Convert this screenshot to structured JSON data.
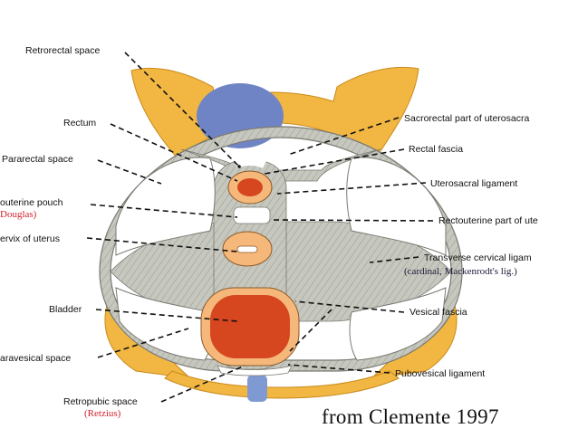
{
  "labels": {
    "retrorectal_space": "Retrorectal space",
    "rectum": "Rectum",
    "pararectal_space": "Pararectal space",
    "rectouterine_pouch": "outerine pouch",
    "douglas": "Douglas)",
    "cervix": "ervix of uterus",
    "bladder": "Bladder",
    "paravesical_space": "aravesical space",
    "retropubic_space": "Retropubic space",
    "retzius": "(Retzius)",
    "sacrorectal": "Sacrorectal part of uterosacra",
    "rectal_fascia": "Rectal fascia",
    "uterosacral": "Uterosacral ligament",
    "rectouterine_part": "Rectouterine part of ute",
    "transverse_cervical": "Transverse cervical ligam",
    "cardinal": "(cardinal, Mackenrodt's lig.)",
    "vesical_fascia": "Vesical fascia",
    "pubovesical": "Pubovesical ligament"
  },
  "credit": "from Clemente 1997",
  "colors": {
    "bone": "#f2b742",
    "bone_edge": "#c98a1c",
    "sacrum": "#6f84c4",
    "fascia": "#c8c8c0",
    "fascia_edge": "#7a7a72",
    "organ_outer": "#f5b87a",
    "organ_inner": "#d6461f",
    "pubic_blue": "#7f9ad2",
    "label_red": "#d11f2a"
  }
}
